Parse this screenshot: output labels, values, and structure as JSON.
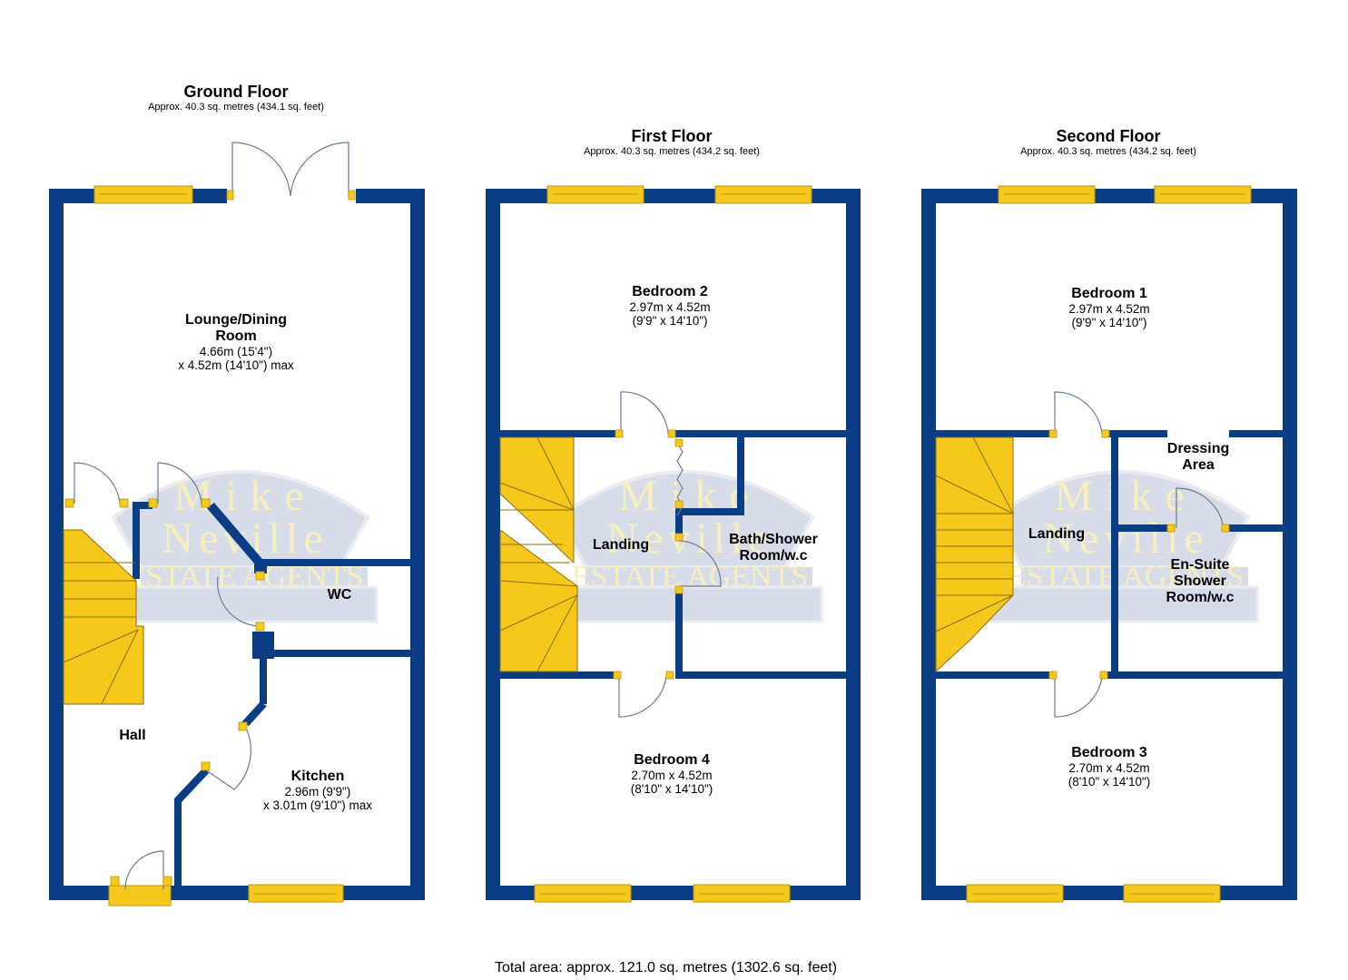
{
  "colors": {
    "wall": "#0a3d84",
    "window": "#f7c81c",
    "stairs": "#f7c81c",
    "watermark_bg": "#d3dbe8",
    "watermark_text": "#f8efc0",
    "door_line": "#6c7a90"
  },
  "watermark": {
    "line1": "Mike",
    "line2": "Neville",
    "line3": "ESTATE AGENTS"
  },
  "floors": [
    {
      "name": "Ground Floor",
      "area": "Approx. 40.3 sq. metres (434.1 sq. feet)",
      "rooms": [
        {
          "name": "Lounge/Dining Room",
          "name_lines": [
            "Lounge/Dining",
            "Room"
          ],
          "dims": [
            "4.66m (15'4\")",
            "x 4.52m (14'10\") max"
          ]
        },
        {
          "name": "WC",
          "name_lines": [
            "WC"
          ],
          "dims": []
        },
        {
          "name": "Hall",
          "name_lines": [
            "Hall"
          ],
          "dims": []
        },
        {
          "name": "Kitchen",
          "name_lines": [
            "Kitchen"
          ],
          "dims": [
            "2.96m (9'9\")",
            "x 3.01m (9'10\") max"
          ]
        }
      ]
    },
    {
      "name": "First Floor",
      "area": "Approx. 40.3 sq. metres (434.2 sq. feet)",
      "rooms": [
        {
          "name": "Bedroom 2",
          "name_lines": [
            "Bedroom 2"
          ],
          "dims": [
            "2.97m x 4.52m",
            "(9'9\" x 14'10\")"
          ]
        },
        {
          "name": "Landing",
          "name_lines": [
            "Landing"
          ],
          "dims": []
        },
        {
          "name": "Bath/Shower Room/w.c",
          "name_lines": [
            "Bath/Shower",
            "Room/w.c"
          ],
          "dims": []
        },
        {
          "name": "Bedroom 4",
          "name_lines": [
            "Bedroom 4"
          ],
          "dims": [
            "2.70m x 4.52m",
            "(8'10\" x 14'10\")"
          ]
        }
      ]
    },
    {
      "name": "Second Floor",
      "area": "Approx. 40.3 sq. metres (434.2 sq. feet)",
      "rooms": [
        {
          "name": "Bedroom 1",
          "name_lines": [
            "Bedroom 1"
          ],
          "dims": [
            "2.97m x 4.52m",
            "(9'9\" x 14'10\")"
          ]
        },
        {
          "name": "Dressing Area",
          "name_lines": [
            "Dressing",
            "Area"
          ],
          "dims": []
        },
        {
          "name": "Landing",
          "name_lines": [
            "Landing"
          ],
          "dims": []
        },
        {
          "name": "En-Suite Shower Room/w.c",
          "name_lines": [
            "En-Suite",
            "Shower",
            "Room/w.c"
          ],
          "dims": []
        },
        {
          "name": "Bedroom 3",
          "name_lines": [
            "Bedroom 3"
          ],
          "dims": [
            "2.70m x 4.52m",
            "(8'10\" x 14'10\")"
          ]
        }
      ]
    }
  ],
  "total_area": "Total area: approx. 121.0 sq. metres (1302.6 sq. feet)"
}
